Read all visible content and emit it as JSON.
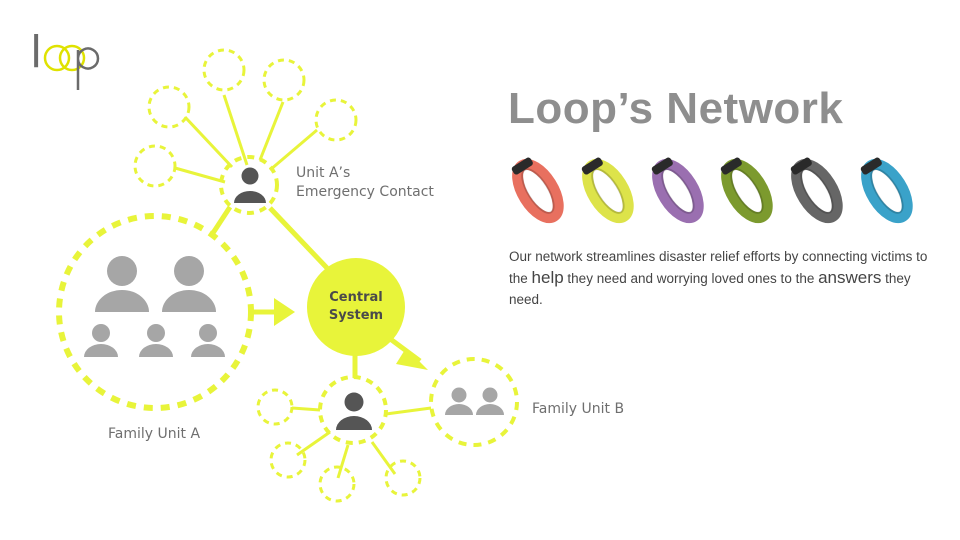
{
  "logo": {
    "text": "loop",
    "colors": {
      "ring": "#dfe200",
      "text": "#6b6b6b"
    }
  },
  "title": "Loop’s Network",
  "description": {
    "part1": "Our network streamlines disaster relief efforts by connecting victims to the ",
    "emph1": "help",
    "part2": " they need and worrying loved ones to the ",
    "emph2": "answers",
    "part3": " they need."
  },
  "bands": [
    {
      "name": "coral",
      "color": "#e8705f"
    },
    {
      "name": "yellow",
      "color": "#dde34a"
    },
    {
      "name": "purple",
      "color": "#9a6fb0"
    },
    {
      "name": "green",
      "color": "#7c9a2e"
    },
    {
      "name": "gray",
      "color": "#666666"
    },
    {
      "name": "blue",
      "color": "#3aa2c9"
    }
  ],
  "diagram": {
    "central": {
      "line1": "Central",
      "line2": "System"
    },
    "emergency_contact": {
      "line1": "Unit A’s",
      "line2": "Emergency Contact"
    },
    "family_a": "Family Unit A",
    "family_b": "Family Unit B",
    "colors": {
      "accent": "#e8f43a",
      "person": "#555555",
      "person_light": "#a6a6a6",
      "label": "#6f6f6f"
    }
  }
}
